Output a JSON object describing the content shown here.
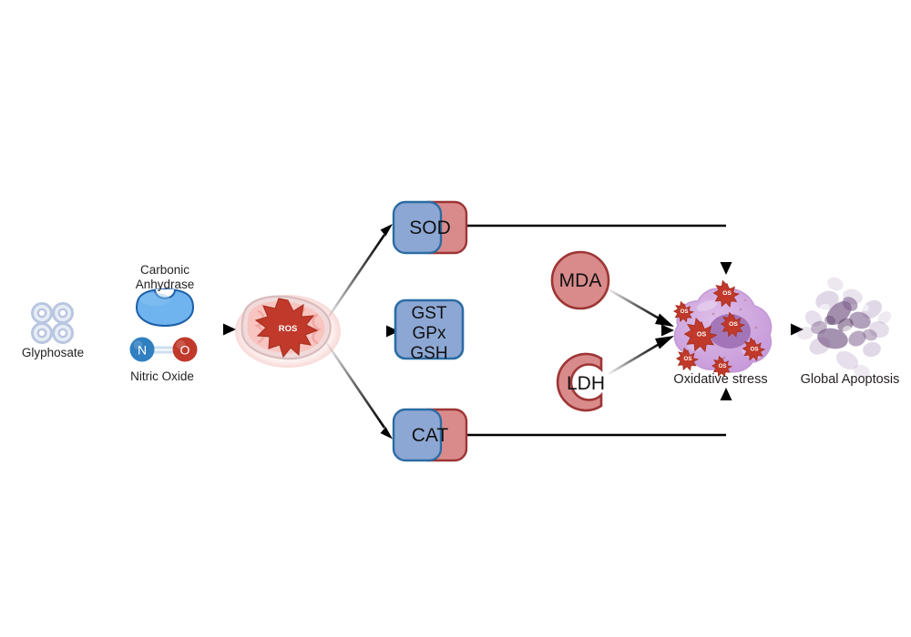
{
  "diagram": {
    "title": "Glyphosate induced oxidative stress and apoptosis pathway",
    "background_color": "#ffffff"
  },
  "palette": {
    "blue_box_fill": "#8da7d4",
    "blue_box_stroke": "#2b6ca3",
    "red_box_fill": "#d98b8b",
    "red_box_stroke": "#9e3535",
    "mito_outer": "#e8cfcf",
    "mito_inner": "#f5b8b4",
    "ros_star": "#c0392b",
    "cell_fill": "#cfa8dd",
    "cell_nucleus": "#9a6bb0",
    "os_star": "#c0392b",
    "apoptosis": "#9b7fae",
    "glyphosate_ring": "#b9c6e0",
    "nitrogen": "#2f7fc1",
    "oxygen": "#c0392b",
    "enzyme_fill": "#6fb4ee",
    "enzyme_stroke": "#1c5fa8",
    "arrow": "#000000",
    "text": "#231f20"
  },
  "nodes": {
    "glyphosate": {
      "label": "Glyphosate",
      "icon": "glyphosate-molecule-icon"
    },
    "carbonic_anhydrase": {
      "label": "Carbonic\nAnhydrase",
      "icon": "enzyme-icon"
    },
    "nitric_oxide": {
      "label": "Nitric Oxide",
      "icon": "nitric-oxide-molecule-icon",
      "atoms": [
        "N",
        "O"
      ]
    },
    "mitochondria": {
      "label": "",
      "icon": "mitochondria-icon",
      "inner_label": "ROS"
    },
    "sod": {
      "label": "SOD",
      "icon": "enzyme-pair-icon"
    },
    "gst_group": {
      "label": "GST\nGPx\nGSH",
      "lines": [
        "GST",
        "GPx",
        "GSH"
      ]
    },
    "cat": {
      "label": "CAT",
      "icon": "enzyme-pair-icon"
    },
    "mda": {
      "label": "MDA",
      "icon": "circle-marker-icon"
    },
    "ldh": {
      "label": "LDH",
      "icon": "c-ring-icon"
    },
    "oxidative_stress": {
      "label": "Oxidative stress",
      "icon": "stressed-cell-icon",
      "star_label": "OS",
      "star_count": 7
    },
    "global_apoptosis": {
      "label": "Global Apoptosis",
      "icon": "apoptotic-bodies-icon"
    }
  },
  "edges": [
    {
      "id": "glyphosate-to-mitochondria",
      "from": "glyphosate",
      "to": "mitochondria",
      "style": "gradient-arrow"
    },
    {
      "id": "mitochondria-to-sod",
      "from": "mitochondria",
      "to": "sod",
      "style": "gradient-arrow"
    },
    {
      "id": "mitochondria-to-gst",
      "from": "mitochondria",
      "to": "gst_group",
      "style": "gradient-arrow"
    },
    {
      "id": "mitochondria-to-cat",
      "from": "mitochondria",
      "to": "cat",
      "style": "gradient-arrow"
    },
    {
      "id": "sod-to-oxidative-stress",
      "from": "sod",
      "to": "oxidative_stress",
      "style": "elbow-arrow-down"
    },
    {
      "id": "gst-to-oxidative-stress",
      "from": "gst_group",
      "to": "oxidative_stress",
      "style": "gradient-arrow"
    },
    {
      "id": "cat-to-oxidative-stress",
      "from": "cat",
      "to": "oxidative_stress",
      "style": "elbow-arrow-up"
    },
    {
      "id": "mda-to-oxidative-stress",
      "from": "mda",
      "to": "oxidative_stress",
      "style": "gradient-arrow"
    },
    {
      "id": "ldh-to-oxidative-stress",
      "from": "ldh",
      "to": "oxidative_stress",
      "style": "gradient-arrow"
    },
    {
      "id": "oxidative-stress-to-apoptosis",
      "from": "oxidative_stress",
      "to": "global_apoptosis",
      "style": "gradient-arrow"
    }
  ]
}
